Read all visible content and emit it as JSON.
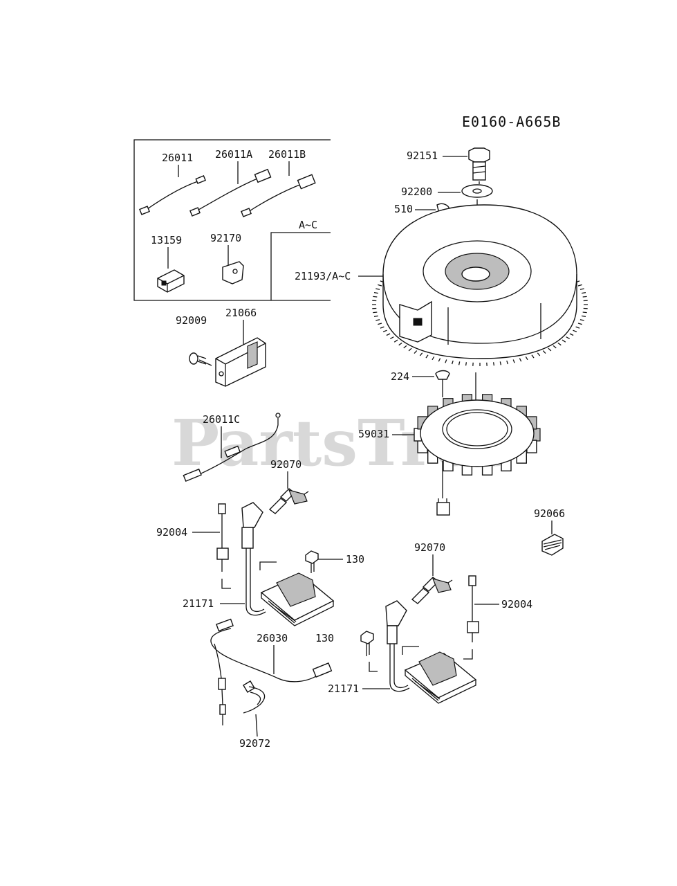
{
  "diagram_code": "E0160-A665B",
  "watermark": "PartsTree",
  "box_note": "A~C",
  "labels": {
    "p26011": "26011",
    "p26011A": "26011A",
    "p26011B": "26011B",
    "p13159": "13159",
    "p92170": "92170",
    "p92009": "92009",
    "p21066": "21066",
    "p26011C": "26011C",
    "p92070_left": "92070",
    "p92004_left": "92004",
    "p130_upper": "130",
    "p21171_left": "21171",
    "p26030": "26030",
    "p130_lower": "130",
    "p92072": "92072",
    "p92151": "92151",
    "p92200": "92200",
    "p510": "510",
    "p21193": "21193/A~C",
    "p224": "224",
    "p59031": "59031",
    "p92066": "92066",
    "p92070_right": "92070",
    "p92004_right": "92004",
    "p21171_right": "21171"
  }
}
